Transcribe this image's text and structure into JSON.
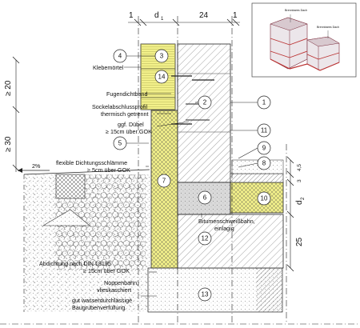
{
  "dimensions": {
    "top": [
      "1",
      "d",
      "24",
      "1"
    ],
    "top_d_sub": "1",
    "right_d": "d",
    "right_d_sub": "2",
    "right_small_a": "3",
    "right_small_b": "4,5",
    "right_25": "25",
    "left_20": "≥ 20",
    "left_30": "≥ 30"
  },
  "slope": "2%",
  "labels": {
    "klebermortel": "Klebemörtel",
    "fugendichtband": "Fugendichtband",
    "sockel_1": "Sockelabschlussprofil",
    "sockel_2": "thermisch getrennt",
    "duebel_1": "ggf. Dübel",
    "duebel_2": "≥ 15cm über GOK",
    "schlaemme_1": "flexible Dichtungsschlämme",
    "schlaemme_2": "≥ 5cm über GOK",
    "bitumen_1": "Bitumenschweißbahn,",
    "bitumen_2": "einlagig",
    "abdichtung_1": "Abdichtung nach DIN 18195",
    "abdichtung_2": "≥ 15cm über GOK",
    "noppen_1": "Noppenbahn,",
    "noppen_2": "vlieskaschiert",
    "verfuellung_1": "gut wasserdurchlässige",
    "verfuellung_2": "Baugrubenverfüllung"
  },
  "markers": [
    "1",
    "2",
    "3",
    "4",
    "5",
    "6",
    "7",
    "8",
    "9",
    "10",
    "11",
    "12",
    "13",
    "14"
  ],
  "inset": {
    "label_top": "Brennbares Dach",
    "label_bottom": "Brennbares Dach"
  },
  "colors": {
    "insulation": "#f2f08a",
    "hatch": "#555555",
    "line": "#222222",
    "masonry_grey": "#d9d9d9"
  }
}
